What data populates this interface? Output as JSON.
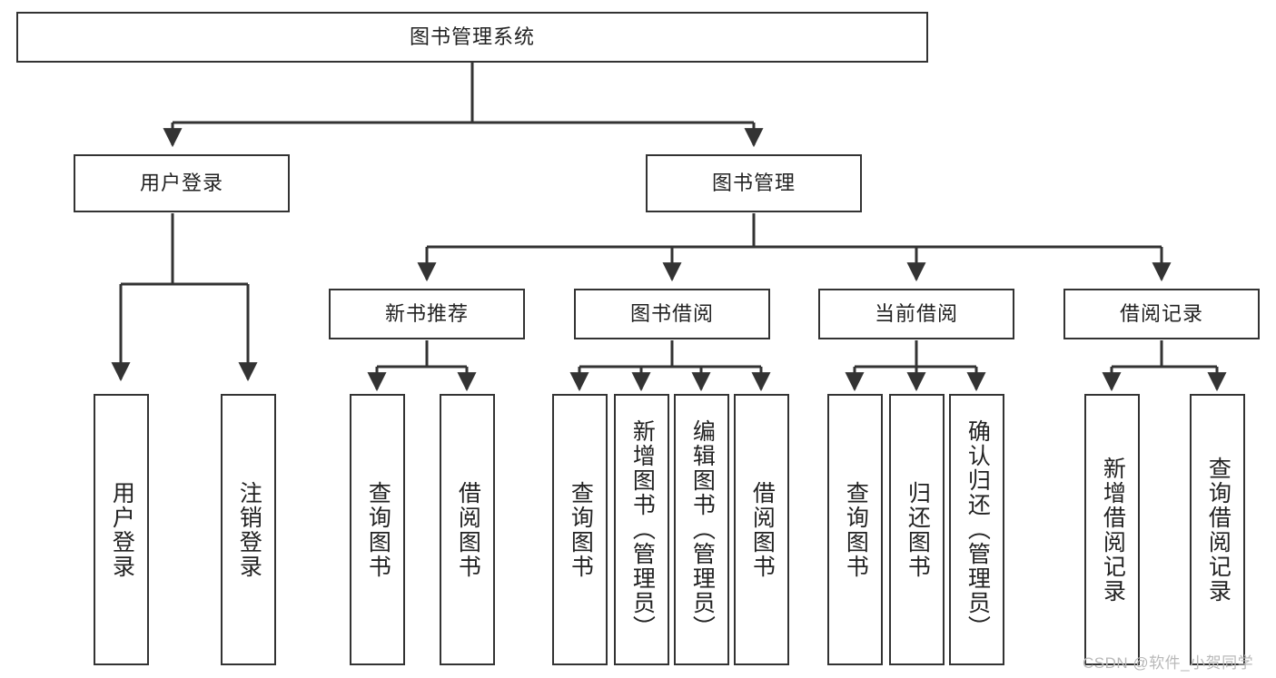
{
  "diagram": {
    "type": "tree-hierarchy",
    "title": "图书管理系统",
    "orientation": "top-down",
    "colors": {
      "box_border": "#333333",
      "box_fill": "#ffffff",
      "connector": "#333333",
      "text": "#222222",
      "watermark": "#b9b9b9",
      "background": "#ffffff"
    },
    "nodes": {
      "root": {
        "label": "图书管理系统",
        "level": 1,
        "orientation": "horizontal"
      },
      "l2": [
        {
          "id": "user-login",
          "label": "用户登录",
          "level": 2,
          "orientation": "horizontal"
        },
        {
          "id": "book-manage",
          "label": "图书管理",
          "level": 2,
          "orientation": "horizontal"
        }
      ],
      "l3": [
        {
          "id": "new-book-recommend",
          "label": "新书推荐",
          "level": 3,
          "orientation": "horizontal",
          "parent": "book-manage"
        },
        {
          "id": "book-borrow",
          "label": "图书借阅",
          "level": 3,
          "orientation": "horizontal",
          "parent": "book-manage"
        },
        {
          "id": "current-borrow",
          "label": "当前借阅",
          "level": 3,
          "orientation": "horizontal",
          "parent": "book-manage"
        },
        {
          "id": "borrow-record",
          "label": "借阅记录",
          "level": 3,
          "orientation": "horizontal",
          "parent": "book-manage"
        }
      ],
      "leaves": [
        {
          "id": "leaf-user-login",
          "label": "用户登录",
          "parent": "user-login",
          "orientation": "vertical"
        },
        {
          "id": "leaf-logout",
          "label": "注销登录",
          "parent": "user-login",
          "orientation": "vertical"
        },
        {
          "id": "leaf-query-book-1",
          "label": "查询图书",
          "parent": "new-book-recommend",
          "orientation": "vertical"
        },
        {
          "id": "leaf-borrow-book-1",
          "label": "借阅图书",
          "parent": "new-book-recommend",
          "orientation": "vertical"
        },
        {
          "id": "leaf-query-book-2",
          "label": "查询图书",
          "parent": "book-borrow",
          "orientation": "vertical"
        },
        {
          "id": "leaf-add-book",
          "label": "新增图书（管理员）",
          "parent": "book-borrow",
          "orientation": "vertical"
        },
        {
          "id": "leaf-edit-book",
          "label": "编辑图书（管理员）",
          "parent": "book-borrow",
          "orientation": "vertical"
        },
        {
          "id": "leaf-borrow-book-2",
          "label": "借阅图书",
          "parent": "book-borrow",
          "orientation": "vertical"
        },
        {
          "id": "leaf-query-book-3",
          "label": "查询图书",
          "parent": "current-borrow",
          "orientation": "vertical"
        },
        {
          "id": "leaf-return-book",
          "label": "归还图书",
          "parent": "current-borrow",
          "orientation": "vertical"
        },
        {
          "id": "leaf-confirm-return",
          "label": "确认归还（管理员）",
          "parent": "current-borrow",
          "orientation": "vertical"
        },
        {
          "id": "leaf-add-record",
          "label": "新增借阅记录",
          "parent": "borrow-record",
          "orientation": "vertical"
        },
        {
          "id": "leaf-query-record",
          "label": "查询借阅记录",
          "parent": "borrow-record",
          "orientation": "vertical"
        }
      ]
    },
    "watermark": "CSDN @软件_小贺同学"
  }
}
